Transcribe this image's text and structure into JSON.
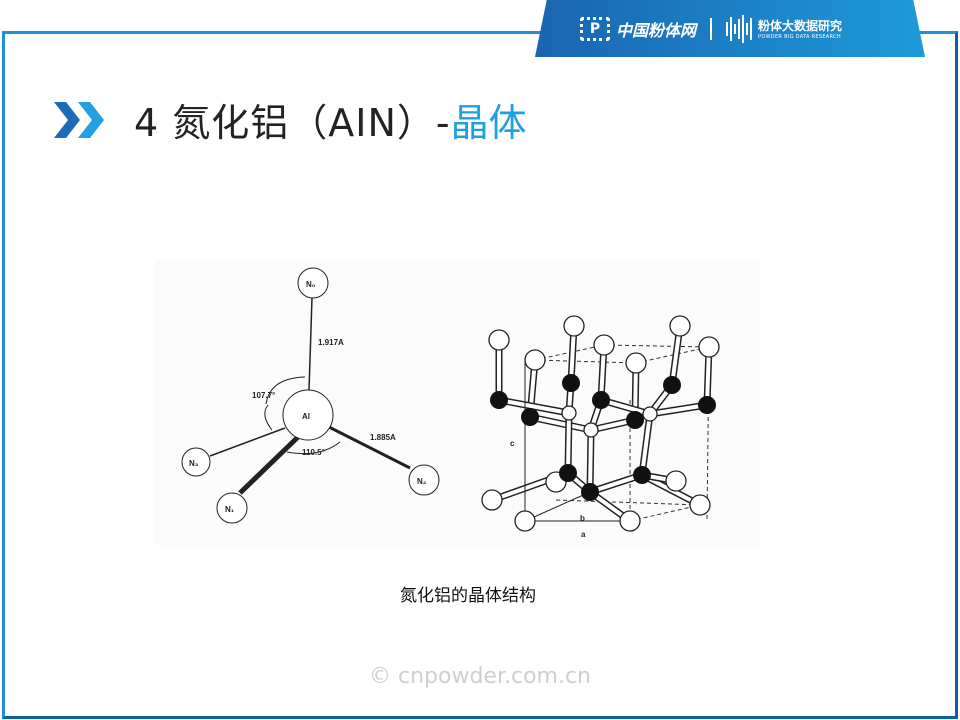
{
  "header": {
    "logo_text": "中国粉体网",
    "logo_mark": "P",
    "brand2_title": "粉体大数据研究",
    "brand2_sub": "POWDER BIG DATA RESEARCH"
  },
  "title": {
    "prefix": "4 氮化铝（AIN）-",
    "highlight": "晶体",
    "accent_color": "#1e9fe0"
  },
  "figure": {
    "tetrahedron": {
      "atoms": {
        "no": "N₀",
        "al": "Al",
        "n1": "N₁",
        "n2": "N₂",
        "n3": "N₃"
      },
      "bond_long": "1.917A",
      "bond_short": "1.885A",
      "angle1": "107.7°",
      "angle2": "110.5°"
    },
    "lattice": {
      "axis_a": "a",
      "axis_b": "b",
      "axis_c": "c"
    }
  },
  "caption": "氮化铝的晶体结构",
  "watermark": "© cnpowder.com.cn"
}
